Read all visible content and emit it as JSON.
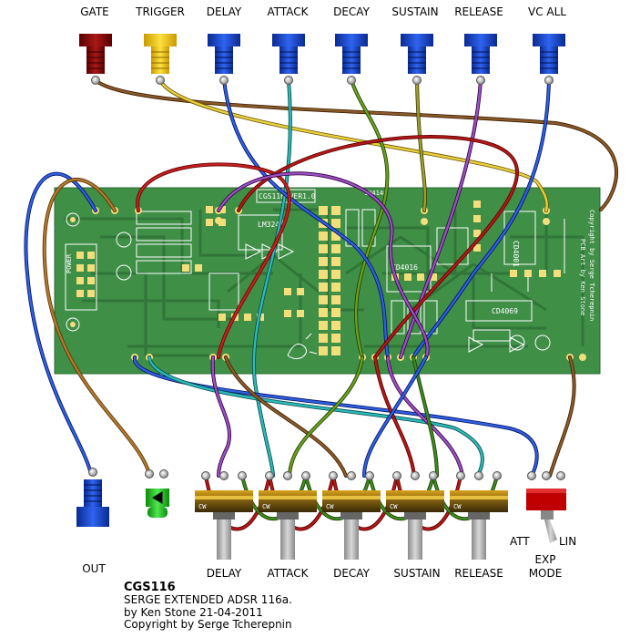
{
  "top_jacks": [
    {
      "label": "GATE",
      "color": "#8b0000"
    },
    {
      "label": "TRIGGER",
      "color": "#f2c400"
    },
    {
      "label": "DELAY",
      "color": "#1040c8"
    },
    {
      "label": "ATTACK",
      "color": "#1040c8"
    },
    {
      "label": "DECAY",
      "color": "#1040c8"
    },
    {
      "label": "SUSTAIN",
      "color": "#1040c8"
    },
    {
      "label": "RELEASE",
      "color": "#1040c8"
    },
    {
      "label": "VC ALL",
      "color": "#1040c8"
    }
  ],
  "bottom": {
    "out_label": "OUT",
    "pot_labels": [
      "DELAY",
      "ATTACK",
      "DECAY",
      "SUSTAIN",
      "RELEASE"
    ],
    "pot_cw": "CW",
    "switch": {
      "att": "ATT",
      "lin": "LIN",
      "mode_line1": "EXP",
      "mode_line2": "MODE"
    }
  },
  "pcb": {
    "board_name": "CGS116 VER1.0",
    "copyright": "Copyright by Serge Tcherepnin",
    "pcb_art": "PCB Art by Ken Stone",
    "ics": [
      "LM324",
      "CD4016",
      "CD4069",
      "CD4001",
      "1N4148"
    ],
    "power": "POWER"
  },
  "title": {
    "line1": "CGS116",
    "line2": "SERGE EXTENDED ADSR 116a.",
    "line3": "by Ken Stone 21-04-2011",
    "line4": "Copyright by Serge Tcherepnin"
  },
  "colors": {
    "pcb": "#3f8f47",
    "trace": "#2f7437",
    "silk": "#ffffff",
    "pad": "#f2de7a",
    "knob": "#a6a6a6",
    "blue": "#1040c8",
    "red_switch": "#c00000",
    "led": "#22bb22"
  }
}
